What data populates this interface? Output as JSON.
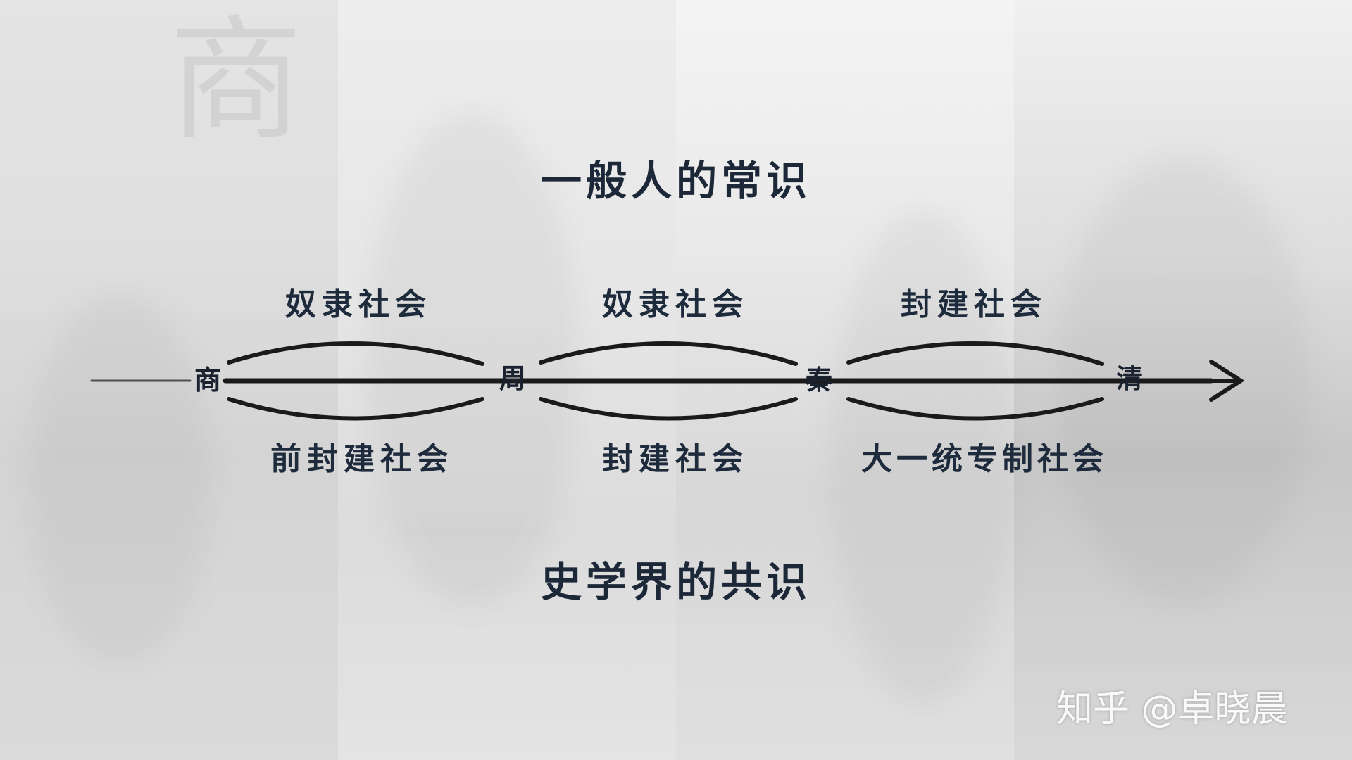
{
  "background": {
    "glyph": "商"
  },
  "titles": {
    "top": "一般人的常识",
    "bottom": "史学界的共识"
  },
  "timeline": {
    "nodes": [
      "商",
      "周",
      "秦",
      "清"
    ],
    "upper_labels": [
      "奴隶社会",
      "奴隶社会",
      "封建社会"
    ],
    "lower_labels": [
      "前封建社会",
      "封建社会",
      "大一统专制社会"
    ]
  },
  "watermark": {
    "text": "知乎 @卓晓晨"
  },
  "colors": {
    "text": "#1c2838",
    "line": "#1a1a1a"
  }
}
